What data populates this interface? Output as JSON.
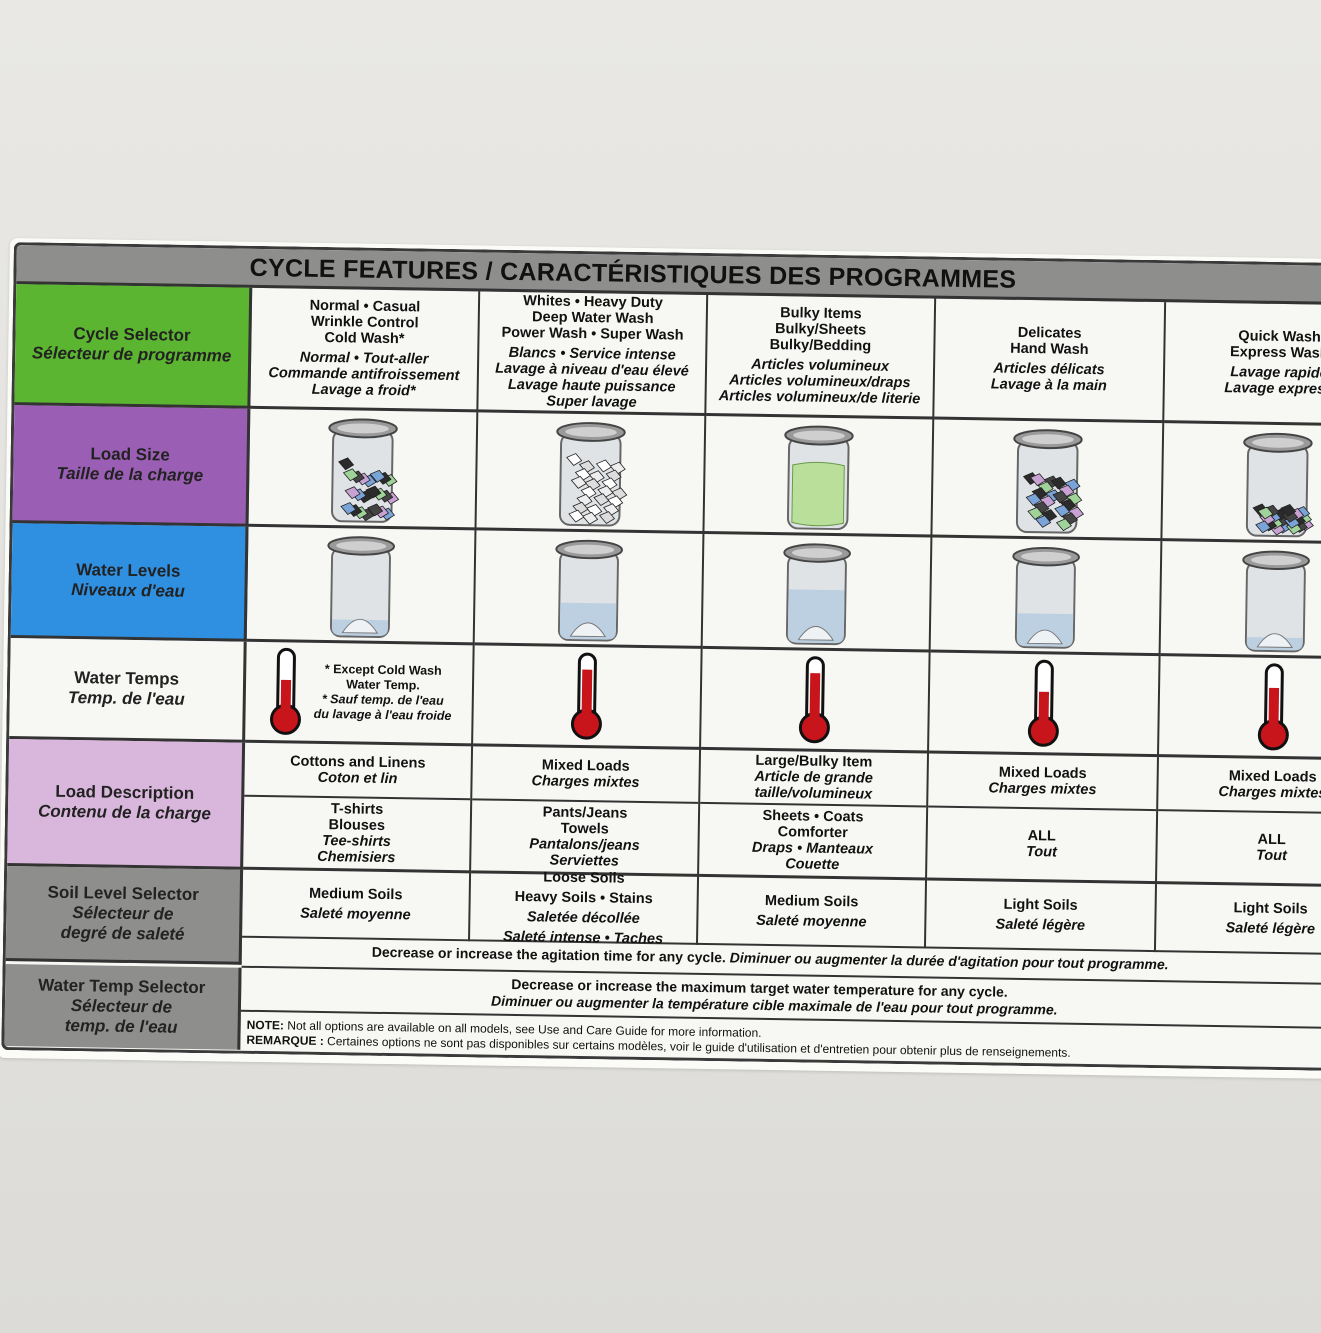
{
  "title": "CYCLE FEATURES / CARACTÉRISTIQUES DES PROGRAMMES",
  "row_labels": {
    "cycle": {
      "en": "Cycle Selector",
      "fr": "Sélecteur de programme",
      "color": "#5cb531"
    },
    "load_size": {
      "en": "Load Size",
      "fr": "Taille de la charge",
      "color": "#9a5fb4"
    },
    "water_levels": {
      "en": "Water Levels",
      "fr": "Niveaux d'eau",
      "color": "#2f8fe0"
    },
    "water_temps": {
      "en": "Water Temps",
      "fr": "Temp. de l'eau",
      "color": "#f7f7f3"
    },
    "load_desc": {
      "en": "Load Description",
      "fr": "Contenu de la charge",
      "color": "#d9b7dc"
    },
    "soil": {
      "en": "Soil Level Selector",
      "fr1": "Sélecteur de",
      "fr2": "degré de saleté",
      "color": "#8e8e8c"
    },
    "temp_sel": {
      "en": "Water Temp Selector",
      "fr1": "Sélecteur de",
      "fr2": "temp. de l'eau",
      "color": "#8e8e8c"
    }
  },
  "columns": [
    {
      "cycle_en": [
        "Normal • Casual",
        "Wrinkle Control",
        "Cold Wash*"
      ],
      "cycle_fr": [
        "Normal • Tout-aller",
        "Commande antifroissement",
        "Lavage a froid*"
      ],
      "load_fill": 0.75,
      "load_type": "mixed",
      "water_level": 0.25,
      "temp_level": 0.55,
      "temp_note": [
        "* Except Cold Wash",
        "Water Temp.",
        "* Sauf temp. de l'eau",
        "du lavage à l'eau froide"
      ],
      "desc1": [
        "Cottons and Linens",
        "Coton et lin"
      ],
      "desc2": [
        "T-shirts",
        "Blouses",
        "Tee-shirts",
        "Chemisiers"
      ],
      "soil": [
        "Medium Soils",
        "Saleté moyenne"
      ]
    },
    {
      "cycle_en": [
        "Whites • Heavy Duty",
        "Deep Water Wash",
        "Power Wash • Super Wash"
      ],
      "cycle_fr": [
        "Blancs • Service intense",
        "Lavage à niveau d'eau élevé",
        "Lavage haute puissance",
        "Super lavage"
      ],
      "load_fill": 0.85,
      "load_type": "whites",
      "water_level": 0.55,
      "temp_level": 0.85,
      "desc1": [
        "Mixed Loads",
        "Charges mixtes"
      ],
      "desc2": [
        "Pants/Jeans",
        "Towels",
        "Pantalons/jeans",
        "Serviettes"
      ],
      "soil": [
        "Loose Soils",
        "Heavy Soils • Stains",
        "Saletée décollée",
        "Saleté intense • Taches"
      ]
    },
    {
      "cycle_en": [
        "Bulky Items",
        "Bulky/Sheets",
        "Bulky/Bedding"
      ],
      "cycle_fr": [
        "Articles volumineux",
        "Articles volumineux/draps",
        "Articles volumineux/de literie"
      ],
      "load_fill": 0.8,
      "load_type": "bulky",
      "water_level": 0.8,
      "temp_level": 0.85,
      "desc1": [
        "Large/Bulky Item",
        "Article de grande",
        "taille/volumineux"
      ],
      "desc2": [
        "Sheets • Coats",
        "Comforter",
        "Draps • Manteaux",
        "Couette"
      ],
      "soil": [
        "Medium Soils",
        "Saleté moyenne"
      ]
    },
    {
      "cycle_en": [
        "Delicates",
        "Hand Wash"
      ],
      "cycle_fr": [
        "Articles délicats",
        "Lavage à la main"
      ],
      "load_fill": 0.7,
      "load_type": "mixed",
      "water_level": 0.5,
      "temp_level": 0.55,
      "desc1": [
        "Mixed Loads",
        "Charges mixtes"
      ],
      "desc2": [
        "ALL",
        "Tout"
      ],
      "soil": [
        "Light Soils",
        "Saleté légère"
      ]
    },
    {
      "cycle_en": [
        "Quick Wash",
        "Express Wash"
      ],
      "cycle_fr": [
        "Lavage rapide",
        "Lavage express"
      ],
      "load_fill": 0.35,
      "load_type": "mixed",
      "water_level": 0.2,
      "temp_level": 0.7,
      "desc1": [
        "Mixed Loads",
        "Charges mixtes"
      ],
      "desc2": [
        "ALL",
        "Tout"
      ],
      "soil": [
        "Light Soils",
        "Saleté légère"
      ]
    }
  ],
  "agitation": {
    "en": "Decrease or increase the agitation time for any cycle.",
    "fr": "Diminuer ou augmenter la durée d'agitation pour tout programme."
  },
  "temp_selector": {
    "en": "Decrease or increase the maximum target water temperature for any cycle.",
    "fr": "Diminuer ou augmenter la température cible maximale de l'eau pour tout programme."
  },
  "note": {
    "en_label": "NOTE:",
    "en": " Not all options are available on all models, see Use and Care Guide for more information.",
    "fr_label": "REMARQUE :",
    "fr": " Certaines options ne sont pas disponibles sur certains modèles, voir le guide d'utilisation et d'entretien pour obtenir plus de renseignements."
  },
  "colors": {
    "thermo_red": "#c8141b",
    "water": "#b7cde0",
    "bulky_green": "#b9df9a"
  }
}
